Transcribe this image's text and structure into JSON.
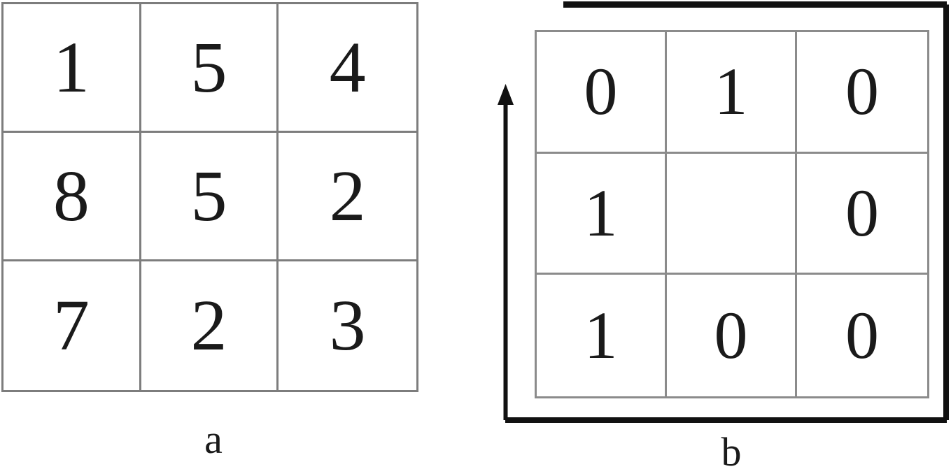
{
  "figure": {
    "panels": [
      {
        "id": "a",
        "caption": "a",
        "name": "pixel-intensity-grid",
        "rows": [
          [
            "1",
            "5",
            "4"
          ],
          [
            "8",
            "5",
            "2"
          ],
          [
            "7",
            "2",
            "3"
          ]
        ]
      },
      {
        "id": "b",
        "caption": "b",
        "name": "binary-pattern-grid",
        "rows": [
          [
            "0",
            "1",
            "0"
          ],
          [
            "1",
            "",
            "0"
          ],
          [
            "1",
            "0",
            "0"
          ]
        ],
        "annotation": {
          "name": "scan-path-arrow",
          "description": "clockwise traversal arrow surrounding the grid, arrowhead pointing up at the left side"
        }
      }
    ],
    "colors": {
      "grid_line_left": "#7d7d7d",
      "grid_line_right": "#8b8b8b",
      "digit": "#1a1a1a",
      "arrow": "#111111",
      "background": "#ffffff"
    }
  }
}
